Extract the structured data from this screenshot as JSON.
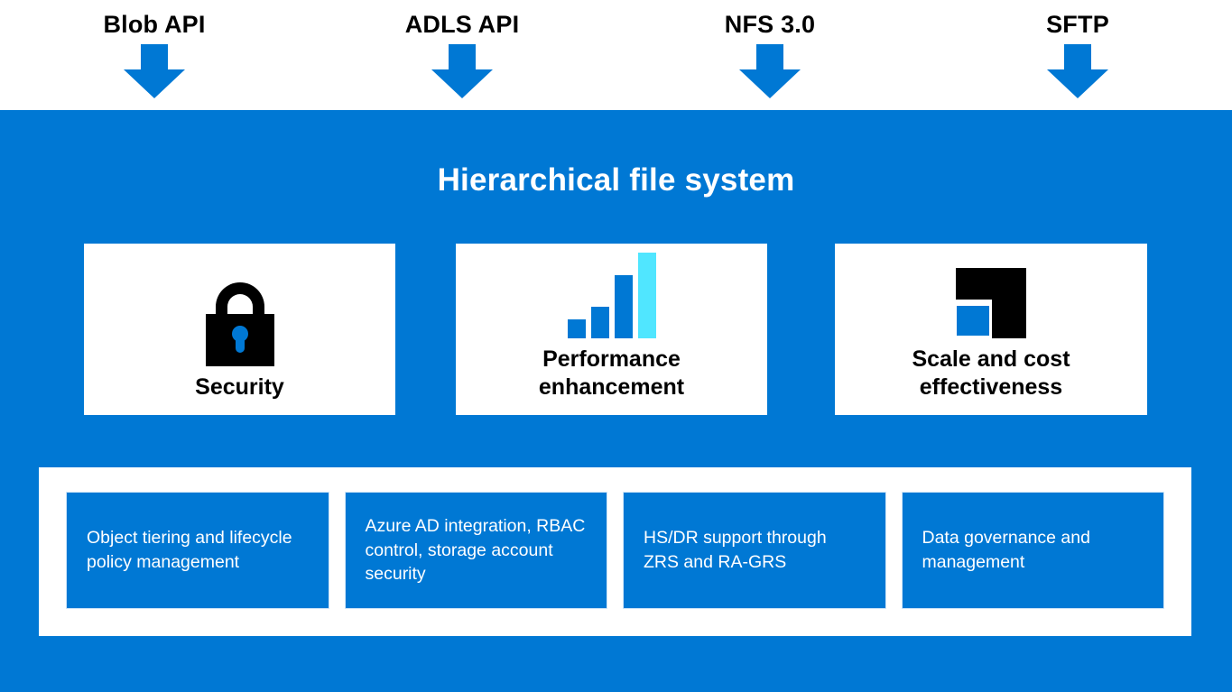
{
  "colors": {
    "primary_blue": "#0078D4",
    "accent_cyan": "#50E6FF",
    "icon_black": "#000000",
    "card_white": "#FFFFFF"
  },
  "api_endpoints": [
    {
      "label": "Blob API"
    },
    {
      "label": "ADLS API"
    },
    {
      "label": "NFS 3.0"
    },
    {
      "label": "SFTP"
    }
  ],
  "main": {
    "title": "Hierarchical file system",
    "features": [
      {
        "icon": "lock-icon",
        "label": "Security"
      },
      {
        "icon": "bar-chart-icon",
        "label": "Performance enhancement"
      },
      {
        "icon": "scale-icon",
        "label": "Scale and cost effectiveness"
      }
    ],
    "capabilities": [
      {
        "label": "Object tiering and lifecycle policy management"
      },
      {
        "label": "Azure AD integration, RBAC control, storage account security"
      },
      {
        "label": "HS/DR support through ZRS and RA-GRS"
      },
      {
        "label": "Data governance and management"
      }
    ]
  }
}
